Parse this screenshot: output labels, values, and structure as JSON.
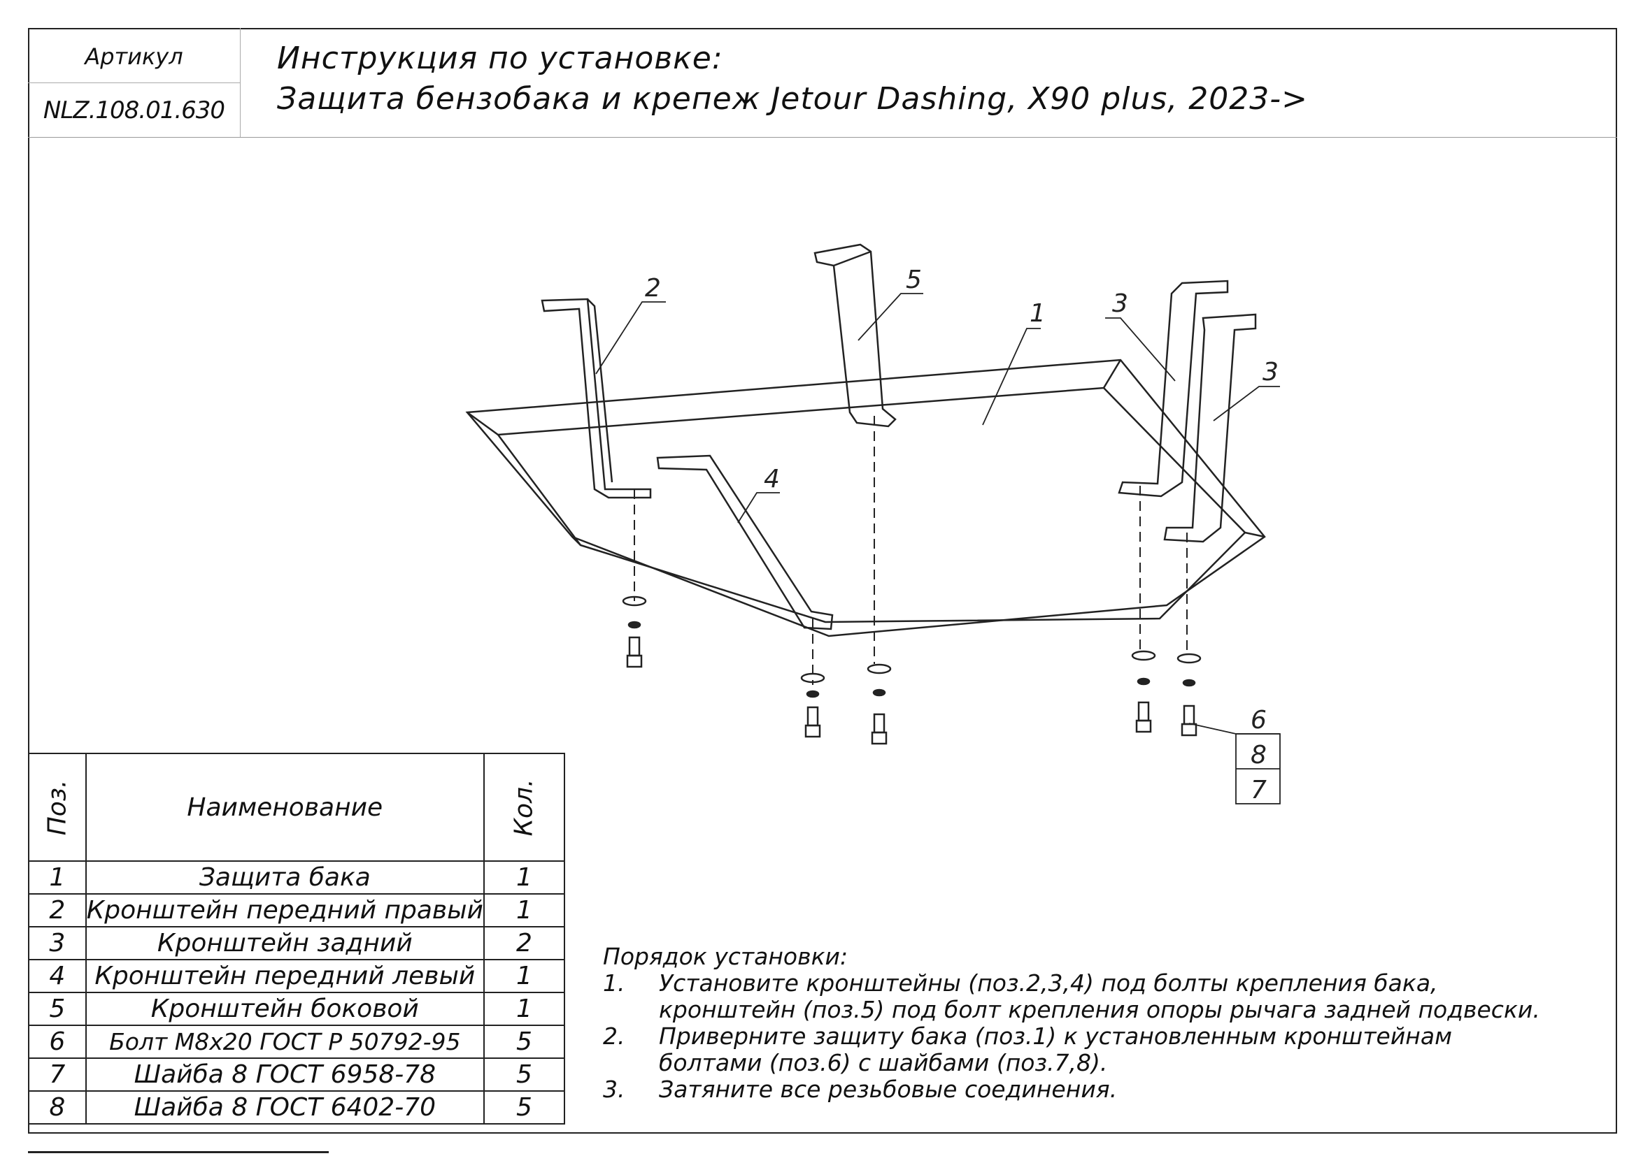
{
  "header": {
    "article_label": "Артикул",
    "article_code": "NLZ.108.01.630",
    "title_line1": "Инструкция по установке:",
    "title_line2": "Защита бензобака и крепеж Jetour Dashing, X90 plus, 2023->"
  },
  "parts_table": {
    "headers": {
      "pos": "Поз.",
      "name": "Наименование",
      "qty": "Кол."
    },
    "rows": [
      {
        "pos": "1",
        "name": "Защита бака",
        "qty": "1"
      },
      {
        "pos": "2",
        "name": "Кронштейн передний правый",
        "qty": "1"
      },
      {
        "pos": "3",
        "name": "Кронштейн задний",
        "qty": "2"
      },
      {
        "pos": "4",
        "name": "Кронштейн передний левый",
        "qty": "1"
      },
      {
        "pos": "5",
        "name": "Кронштейн боковой",
        "qty": "1"
      },
      {
        "pos": "6",
        "name": "Болт М8х20 ГОСТ Р 50792-95",
        "qty": "5"
      },
      {
        "pos": "7",
        "name": "Шайба 8 ГОСТ 6958-78",
        "qty": "5"
      },
      {
        "pos": "8",
        "name": "Шайба 8 ГОСТ 6402-70",
        "qty": "5"
      }
    ]
  },
  "instructions": {
    "title": "Порядок установки:",
    "steps": [
      {
        "num": "1.",
        "line1": "Установите кронштейны (поз.2,3,4) под болты крепления бака,",
        "line2": "кронштейн (поз.5) под болт крепления опоры рычага задней подвески."
      },
      {
        "num": "2.",
        "line1": "Приверните защиту бака (поз.1) к установленным кронштейнам",
        "line2": "болтами (поз.6) с шайбами (поз.7,8)."
      },
      {
        "num": "3.",
        "line1": "Затяните все резьбовые соединения.",
        "line2": ""
      }
    ]
  },
  "drawing": {
    "callouts": {
      "c1": "1",
      "c2": "2",
      "c3a": "3",
      "c3b": "3",
      "c4": "4",
      "c5": "5",
      "c6": "6",
      "c7": "7",
      "c8": "8"
    }
  }
}
